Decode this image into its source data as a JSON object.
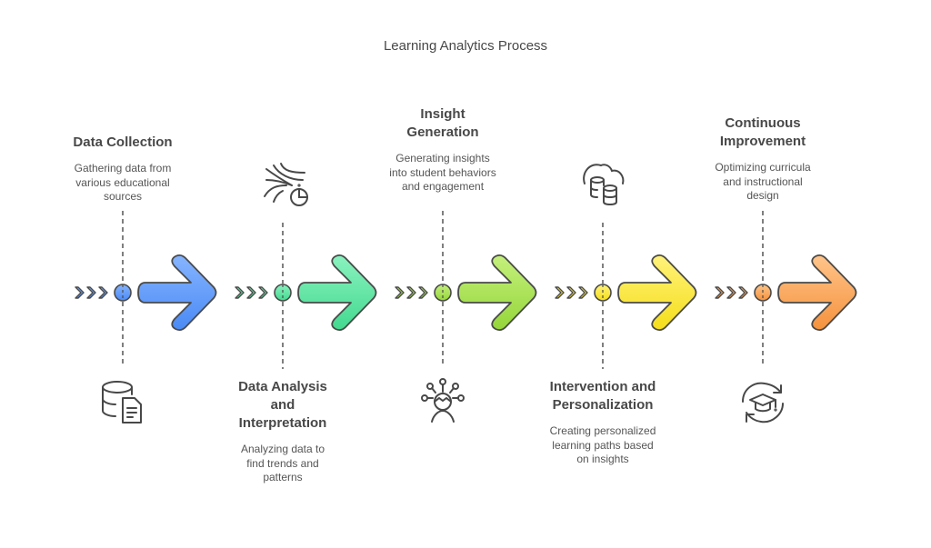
{
  "title": "Learning Analytics Process",
  "stages": [
    {
      "heading": "Data Collection",
      "description": "Gathering data from various educational sources",
      "icon": "database-document-icon",
      "label_position": "top",
      "color_light": "#86b4ff",
      "color_dark": "#4a8af5"
    },
    {
      "heading": "Data Analysis and Interpretation",
      "description": "Analyzing data to find trends and patterns",
      "icon": "data-streams-pie-chart-icon",
      "label_position": "bottom",
      "color_light": "#8af2bf",
      "color_dark": "#43d98f"
    },
    {
      "heading": "Insight Generation",
      "description": "Generating insights into student behaviors and engagement",
      "icon": "student-network-icon",
      "label_position": "top",
      "color_light": "#c4f07c",
      "color_dark": "#95d63a"
    },
    {
      "heading": "Intervention and Personalization",
      "description": "Creating personalized learning paths based on insights",
      "icon": "cloud-databases-icon",
      "label_position": "bottom",
      "color_light": "#fff27a",
      "color_dark": "#f5de1a"
    },
    {
      "heading": "Continuous Improvement",
      "description": "Optimizing curricula and instructional design",
      "icon": "graduation-cycle-icon",
      "label_position": "top",
      "color_light": "#ffc48a",
      "color_dark": "#f5923d"
    }
  ]
}
